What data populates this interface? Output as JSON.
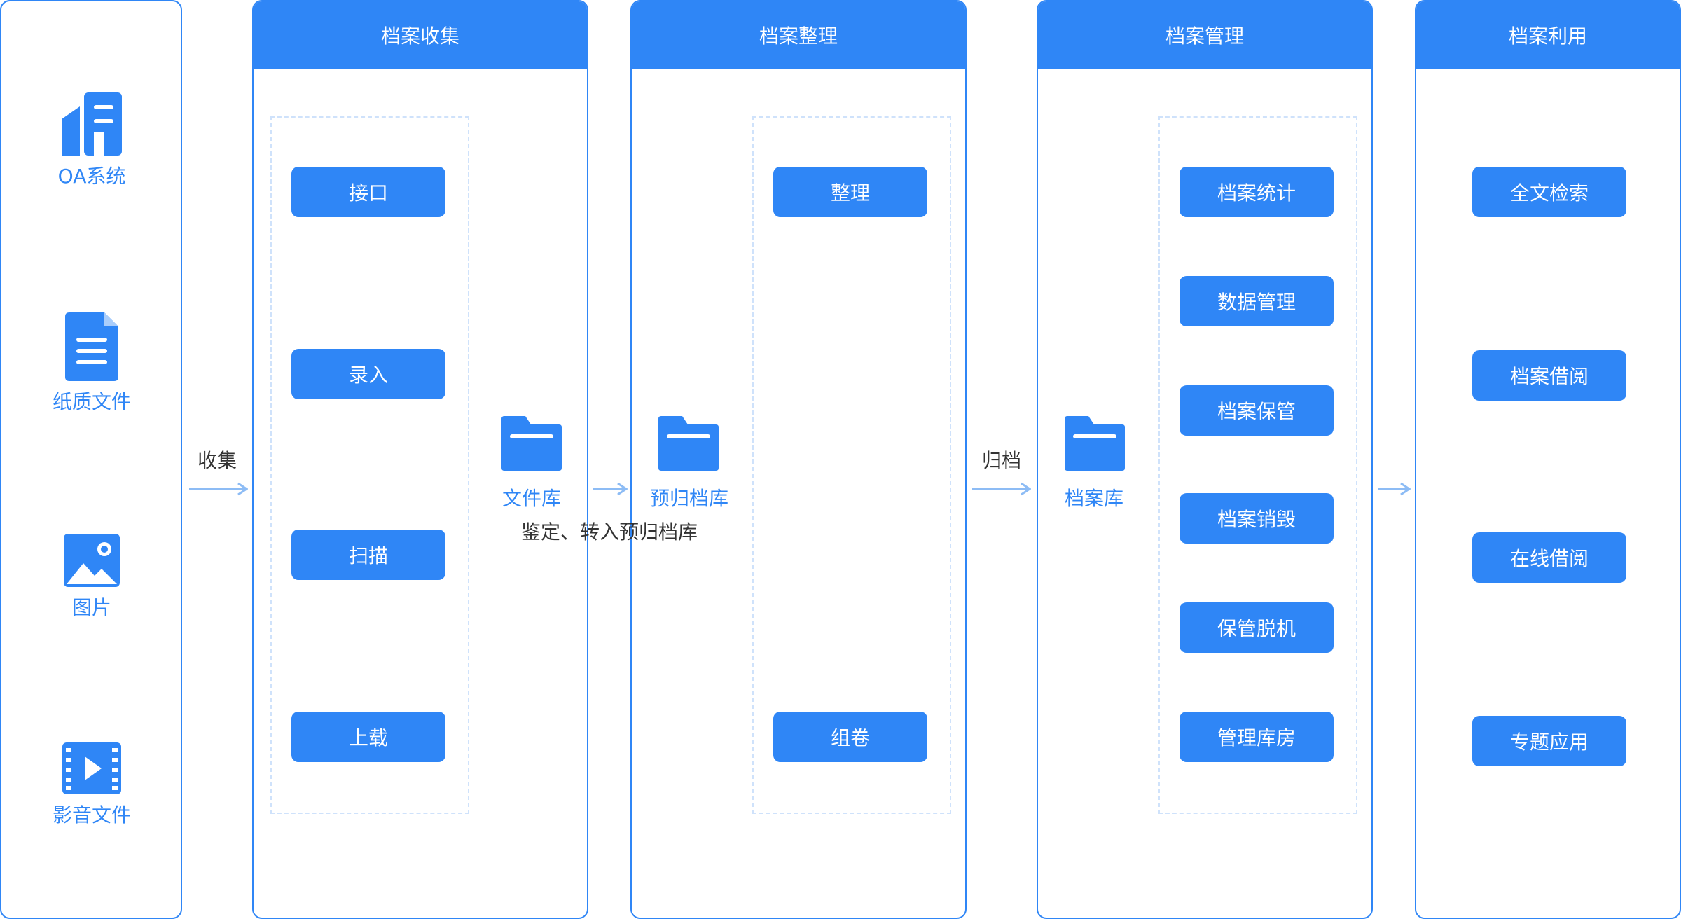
{
  "sources": [
    {
      "label": "OA系统",
      "icon": "building-icon"
    },
    {
      "label": "纸质文件",
      "icon": "document-icon"
    },
    {
      "label": "图片",
      "icon": "image-icon"
    },
    {
      "label": "影音文件",
      "icon": "video-icon"
    }
  ],
  "arrows": {
    "collect": "收集",
    "appraise": "鉴定、转入预归档库",
    "archive": "归档"
  },
  "repos": {
    "file_library": "文件库",
    "pre_archive": "预归档库",
    "archive_library": "档案库"
  },
  "panels": {
    "collection": {
      "title": "档案收集",
      "items": [
        "接口",
        "录入",
        "扫描",
        "上载"
      ]
    },
    "organize": {
      "title": "档案整理",
      "items": [
        "整理",
        "组卷"
      ]
    },
    "manage": {
      "title": "档案管理",
      "items": [
        "档案统计",
        "数据管理",
        "档案保管",
        "档案销毁",
        "保管脱机",
        "管理库房"
      ]
    },
    "use": {
      "title": "档案利用",
      "items": [
        "全文检索",
        "档案借阅",
        "在线借阅",
        "专题应用"
      ]
    }
  },
  "colors": {
    "accent": "#2f86f6",
    "arrow": "#8dbcf5",
    "dashed": "#cfe2fb"
  }
}
